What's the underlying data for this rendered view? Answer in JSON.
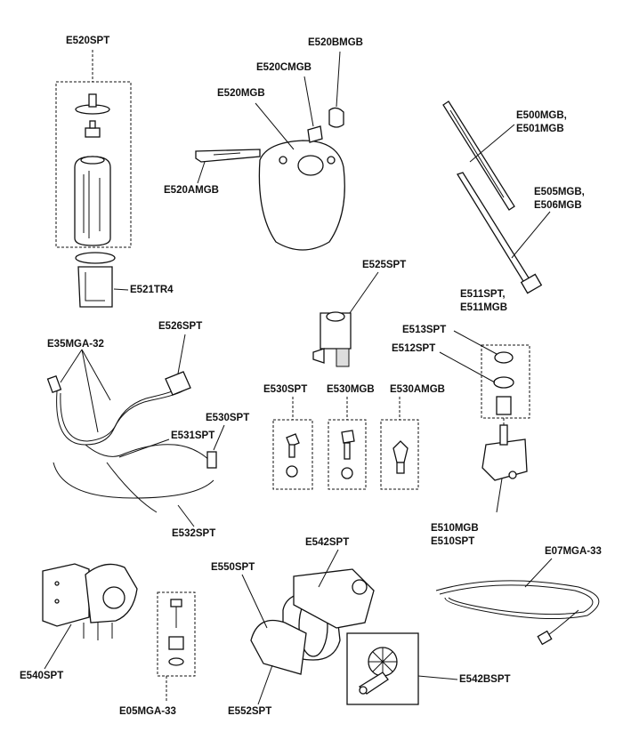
{
  "labels": {
    "e520spt": "E520SPT",
    "e520bmgb": "E520BMGB",
    "e520cmgb": "E520CMGB",
    "e520mgb": "E520MGB",
    "e520amgb": "E520AMGB",
    "e500mgb": "E500MGB,",
    "e501mgb": "E501MGB",
    "e505mgb": "E505MGB,",
    "e506mgb": "E506MGB",
    "e521tr4": "E521TR4",
    "e525spt": "E525SPT",
    "e511spt": "E511SPT,",
    "e511mgb": "E511MGB",
    "e513spt": "E513SPT",
    "e512spt": "E512SPT",
    "e526spt": "E526SPT",
    "e35mga32": "E35MGA-32",
    "e530spt_a": "E530SPT",
    "e530spt_b": "E530SPT",
    "e530mgb": "E530MGB",
    "e530amgb": "E530AMGB",
    "e531spt": "E531SPT",
    "e532spt": "E532SPT",
    "e510mgb": "E510MGB",
    "e510spt": "E510SPT",
    "e542spt": "E542SPT",
    "e550spt": "E550SPT",
    "e07mga33": "E07MGA-33",
    "e540spt": "E540SPT",
    "e542bspt": "E542BSPT",
    "e05mga33": "E05MGA-33",
    "e552spt": "E552SPT"
  }
}
